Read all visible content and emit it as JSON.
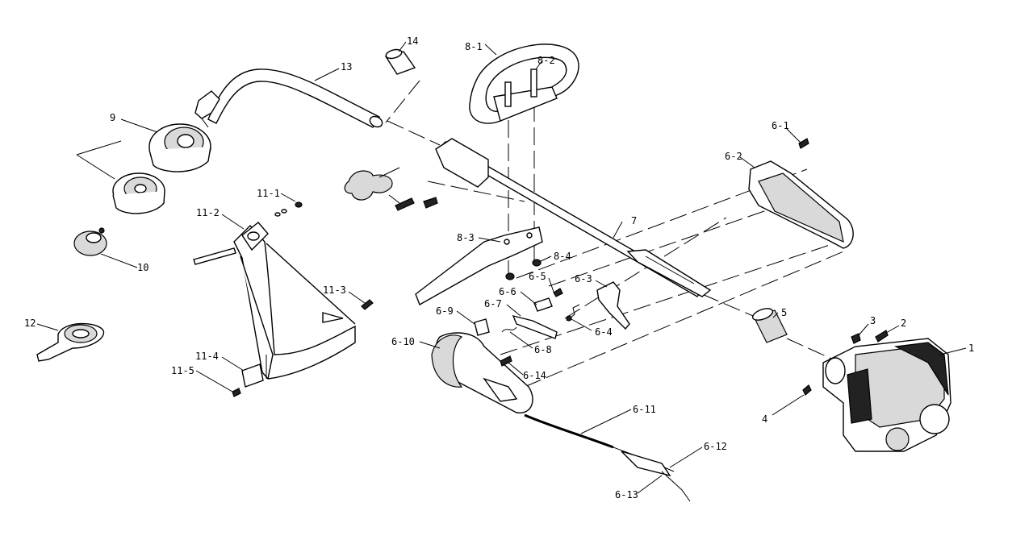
{
  "diagram": {
    "labels": {
      "p1": "1",
      "p2": "2",
      "p3": "3",
      "p4": "4",
      "p5": "5",
      "p6_1": "6-1",
      "p6_2": "6-2",
      "p6_3": "6-3",
      "p6_4": "6-4",
      "p6_5": "6-5",
      "p6_6": "6-6",
      "p6_7": "6-7",
      "p6_8": "6-8",
      "p6_9": "6-9",
      "p6_10": "6-10",
      "p6_11": "6-11",
      "p6_12": "6-12",
      "p6_13": "6-13",
      "p6_14": "6-14",
      "p7": "7",
      "p8_1": "8-1",
      "p8_2": "8-2",
      "p8_3": "8-3",
      "p8_4": "8-4",
      "p9": "9",
      "p10": "10",
      "p11_1": "11-1",
      "p11_2": "11-2",
      "p11_3": "11-3",
      "p11_4": "11-4",
      "p11_5": "11-5",
      "p12": "12",
      "p13": "13",
      "p14": "14"
    }
  }
}
